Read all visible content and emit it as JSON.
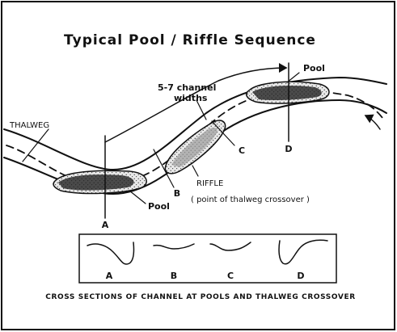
{
  "title": "Typical Pool / Riffle Sequence",
  "labels": {
    "thalweg": "THALWEG",
    "pool_upper": "Pool",
    "pool_lower": "Pool",
    "distance": "5-7 channel",
    "distance_line2": "widths",
    "riffle": "RIFFLE",
    "riffle_note": "( point of thalweg crossover )"
  },
  "sections": {
    "a": "A",
    "b": "B",
    "c": "C",
    "d": "D"
  },
  "cross_section_labels": [
    "A",
    "B",
    "C",
    "D"
  ],
  "caption": "CROSS SECTIONS OF CHANNEL AT POOLS AND THALWEG CROSSOVER"
}
